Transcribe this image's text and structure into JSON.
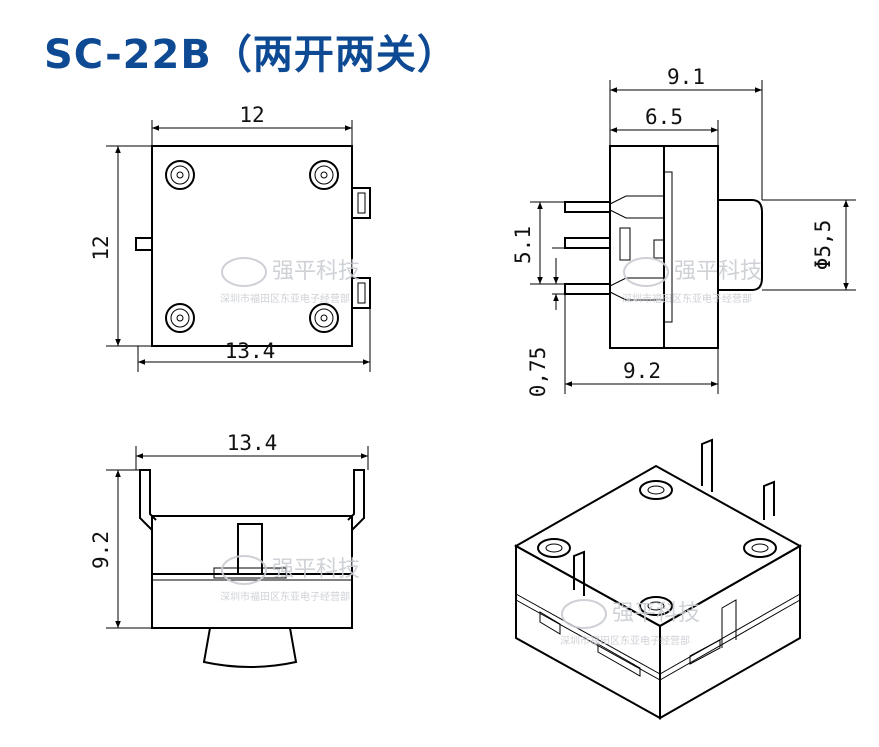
{
  "title": "SC-22B（两开两关）",
  "colors": {
    "title": "#0d4a93",
    "line": "#000000",
    "watermark": "#c9ccd2"
  },
  "views": {
    "top": {
      "width": "12",
      "height": "12",
      "bottom_width": "13.4"
    },
    "side": {
      "overall": "9.1",
      "pin_offset": "6.5",
      "pin_pitch": "5.1",
      "diameter": "Φ5,5",
      "body_depth": "9.2",
      "pin_gap": "0,75"
    },
    "front": {
      "width": "13.4",
      "height": "9.2"
    },
    "iso": {}
  },
  "watermark": {
    "brand": "强平科技",
    "address": "深圳市福田区东亚电子经营部"
  }
}
